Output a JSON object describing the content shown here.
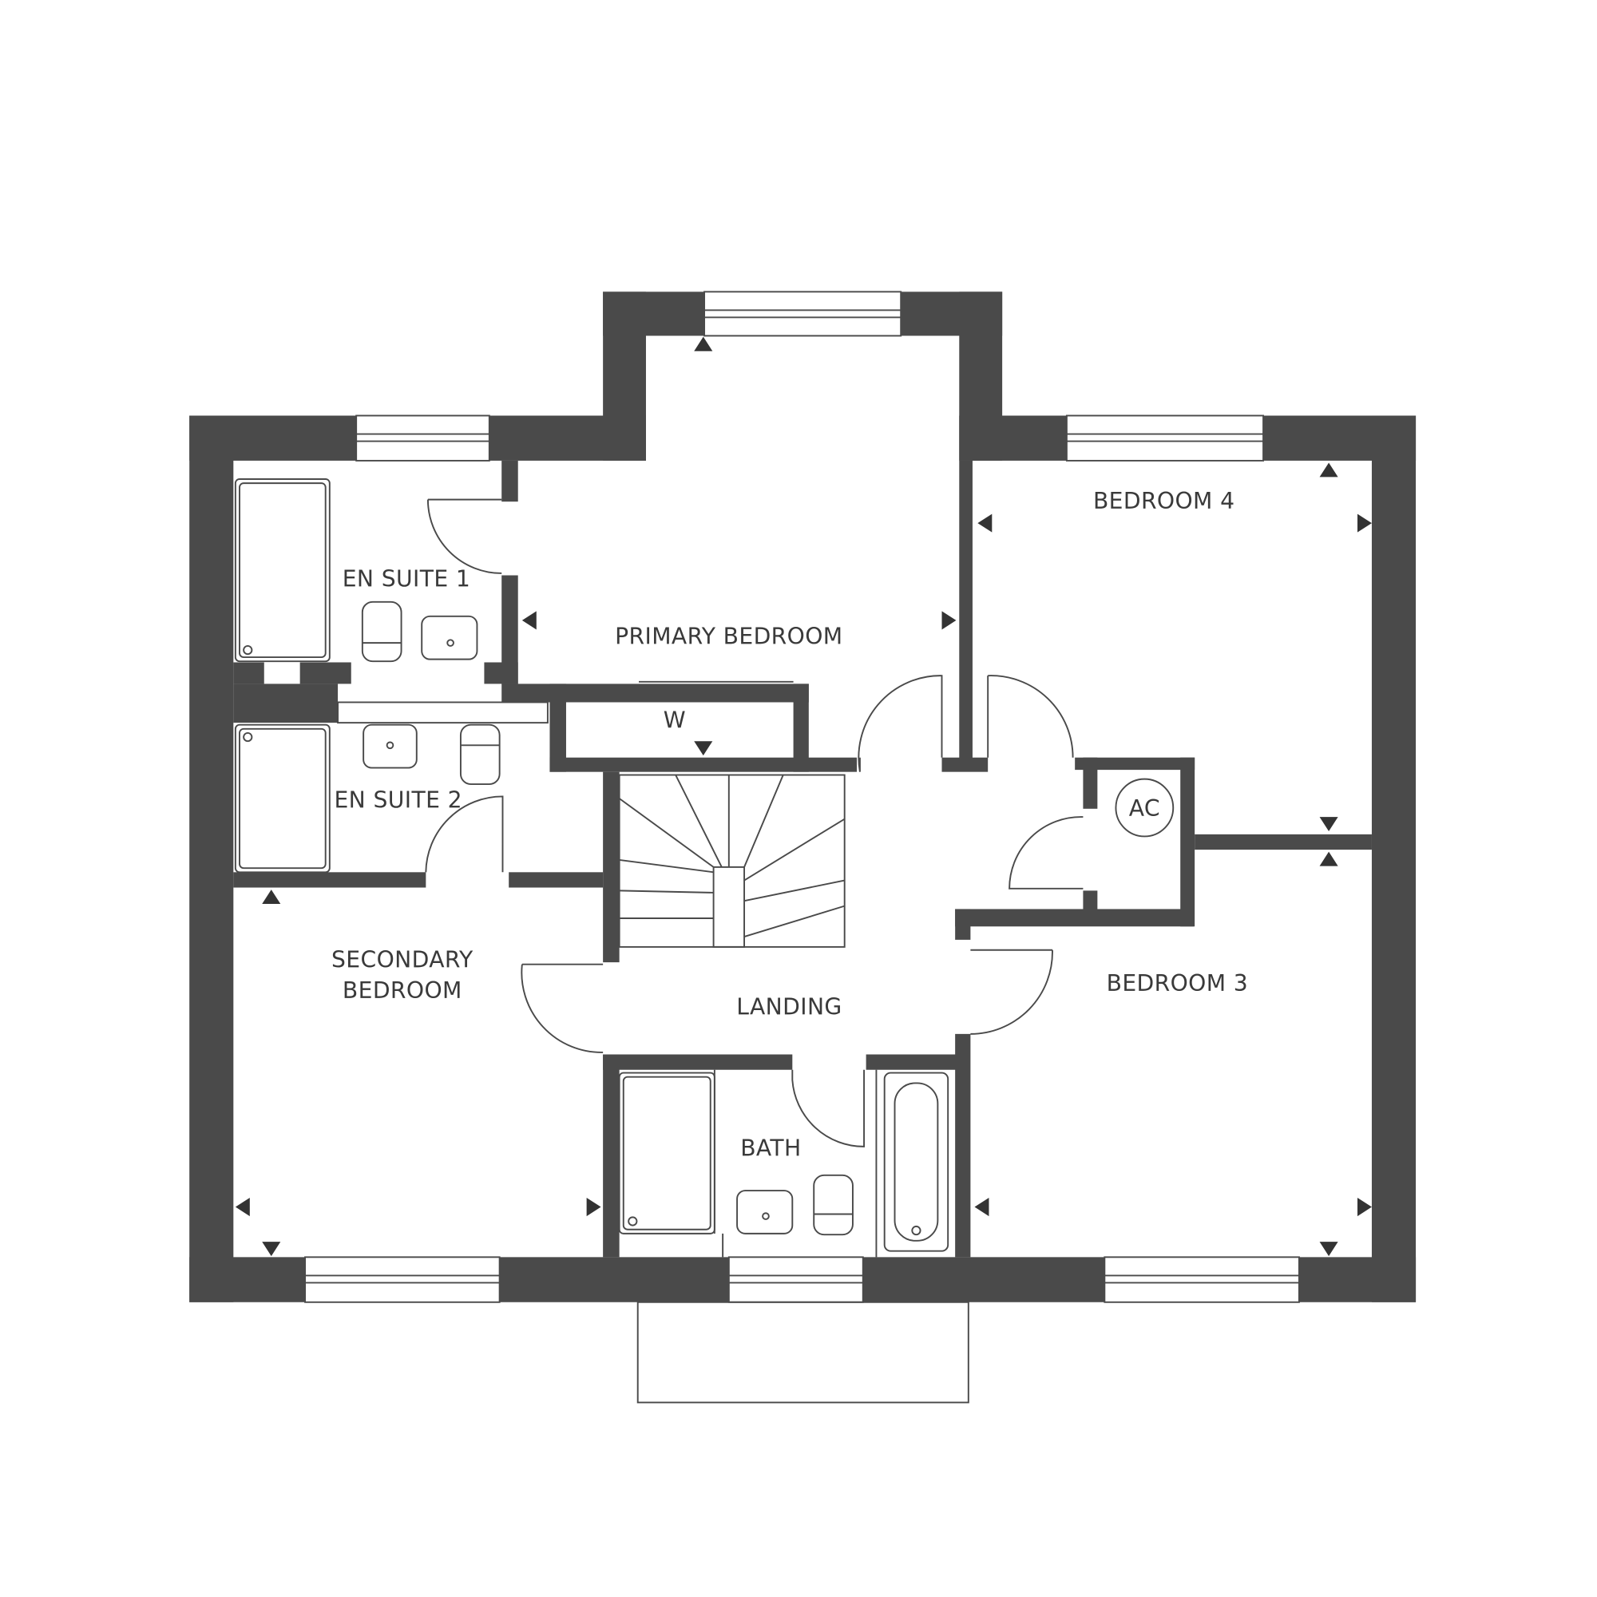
{
  "plan": {
    "wall_color": "#4a4a4a",
    "rooms": {
      "primary_bedroom": "PRIMARY BEDROOM",
      "en_suite_1": "EN SUITE 1",
      "en_suite_2": "EN SUITE 2",
      "wardrobe": "W",
      "bedroom_4": "BEDROOM 4",
      "airing_cupboard": "AC",
      "secondary_bedroom_line1": "SECONDARY",
      "secondary_bedroom_line2": "BEDROOM",
      "landing": "LANDING",
      "bedroom_3": "BEDROOM 3",
      "bath": "BATH"
    }
  }
}
